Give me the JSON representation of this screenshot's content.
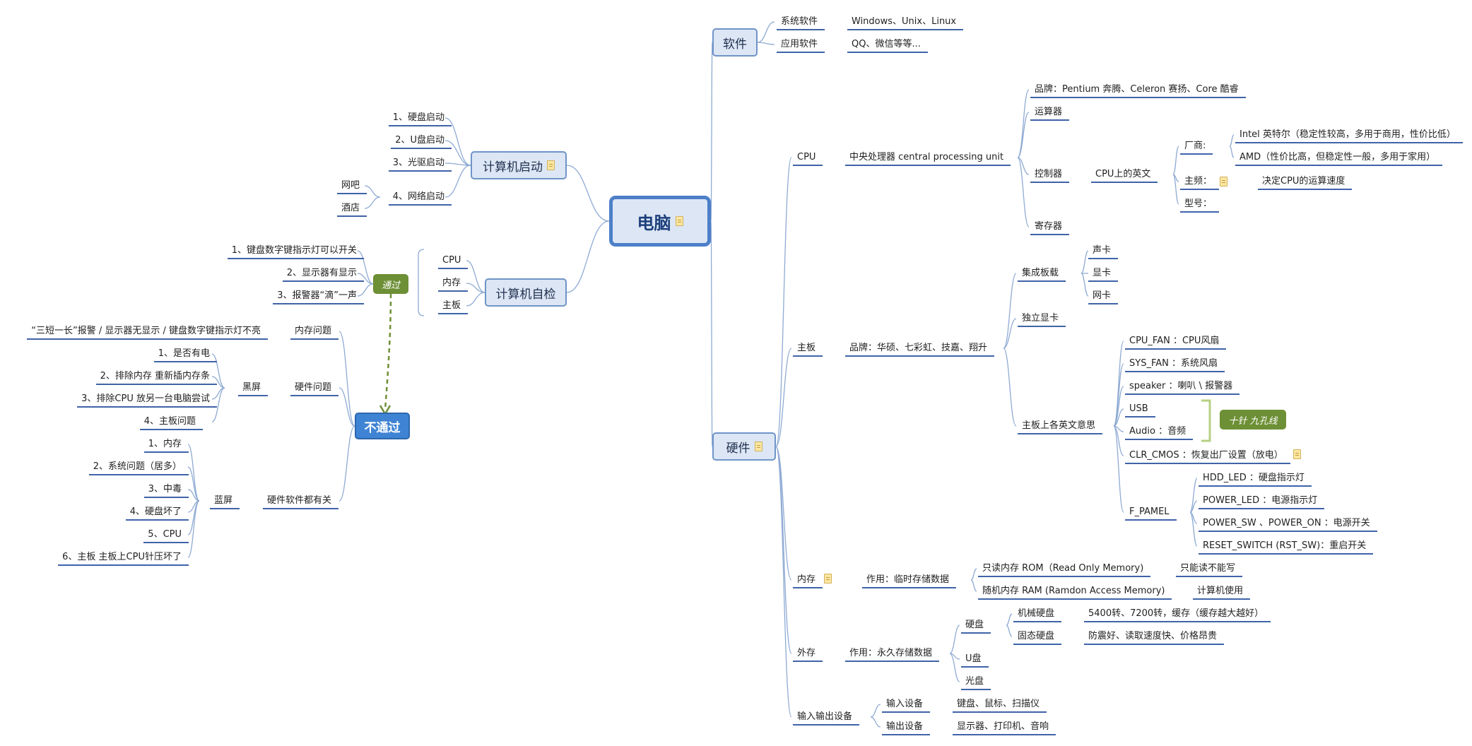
{
  "root": "电脑",
  "software": {
    "title": "软件",
    "system": {
      "label": "系统软件",
      "value": "Windows、Unix、Linux"
    },
    "app": {
      "label": "应用软件",
      "value": "QQ、微信等等..."
    }
  },
  "boot": {
    "title": "计算机启动",
    "items": [
      "1、硬盘启动",
      "2、U盘启动",
      "3、光驱启动",
      "4、网络启动"
    ],
    "network_sub": [
      "网吧",
      "酒店"
    ]
  },
  "selftest": {
    "title": "计算机自检",
    "items": [
      "CPU",
      "内存",
      "主板"
    ],
    "pass_label": "通过",
    "pass_items": [
      "1、键盘数字键指示灯可以开关",
      "2、显示器有显示",
      "3、报警器“滴”一声"
    ]
  },
  "fail": {
    "title": "不通过",
    "memory_issue": {
      "label": "内存问题",
      "detail": "“三短一长”报警 / 显示器无显示 / 键盘数字键指示灯不亮"
    },
    "hardware_issue": {
      "label": "硬件问题",
      "sub_label": "黑屏",
      "items": [
        "1、是否有电",
        "2、排除内存  重新插内存条",
        "3、排除CPU  放另一台电脑尝试",
        "4、主板问题"
      ]
    },
    "hw_sw_issue": {
      "label": "硬件软件都有关",
      "sub_label": "蓝屏",
      "items": [
        "1、内存",
        "2、系统问题（居多）",
        "3、中毒",
        "4、硬盘坏了",
        "5、CPU",
        "6、主板   主板上CPU针压坏了"
      ]
    }
  },
  "hardware": {
    "title": "硬件",
    "cpu": {
      "label": "CPU",
      "sub": "中央处理器  central processing unit",
      "brand": "品牌：Pentium 奔腾、Celeron 赛扬、Core 酷睿",
      "alu": "运算器",
      "controller": "控制器",
      "english": "CPU上的英文",
      "vendor": {
        "label": "厂商:",
        "items": [
          "Intel 英特尔（稳定性较高，多用于商用，性价比低）",
          "AMD（性价比高，但稳定性一般，多用于家用）"
        ]
      },
      "freq": {
        "label": "主频：",
        "value": "决定CPU的运算速度"
      },
      "model": "型号：",
      "register": "寄存器"
    },
    "motherboard": {
      "label": "主板",
      "brand": "品牌：华硕、七彩虹、技嘉、翔升",
      "integrated": {
        "label": "集成板载",
        "items": [
          "声卡",
          "显卡",
          "网卡"
        ]
      },
      "dedicated_gpu": "独立显卡",
      "english": {
        "label": "主板上各英文意思",
        "items": [
          "CPU_FAN ：CPU风扇",
          "SYS_FAN ：系统风扇",
          "speaker ：喇叭 \\ 报警器",
          "USB",
          "Audio ：音频",
          "CLR_CMOS ：恢复出厂设置（放电）"
        ],
        "pin_tag": "十针 九孔线",
        "fpanel": {
          "label": "F_PAMEL",
          "items": [
            "HDD_LED ：硬盘指示灯",
            "POWER_LED ：电源指示灯",
            "POWER_SW 、POWER_ON ：电源开关",
            "RESET_SWITCH (RST_SW)：重启开关"
          ]
        }
      }
    },
    "memory": {
      "label": "内存",
      "func": "作用：临时存储数据",
      "rom": {
        "label": "只读内存  ROM（Read Only Memory)",
        "desc": "只能读不能写"
      },
      "ram": {
        "label": "随机内存  RAM (Ramdon Access Memory)",
        "desc": "计算机使用"
      }
    },
    "storage": {
      "label": "外存",
      "func": "作用：永久存储数据",
      "hdd": "硬盘",
      "mech": {
        "label": "机械硬盘",
        "desc": "5400转、7200转，缓存（缓存越大越好）"
      },
      "ssd": {
        "label": "固态硬盘",
        "desc": "防震好、读取速度快、价格昂贵"
      },
      "usb": "U盘",
      "disc": "光盘"
    },
    "io": {
      "label": "输入输出设备",
      "input": {
        "label": "输入设备",
        "desc": "键盘、鼠标、扫描仪"
      },
      "output": {
        "label": "输出设备",
        "desc": "显示器、打印机、音响"
      }
    }
  }
}
